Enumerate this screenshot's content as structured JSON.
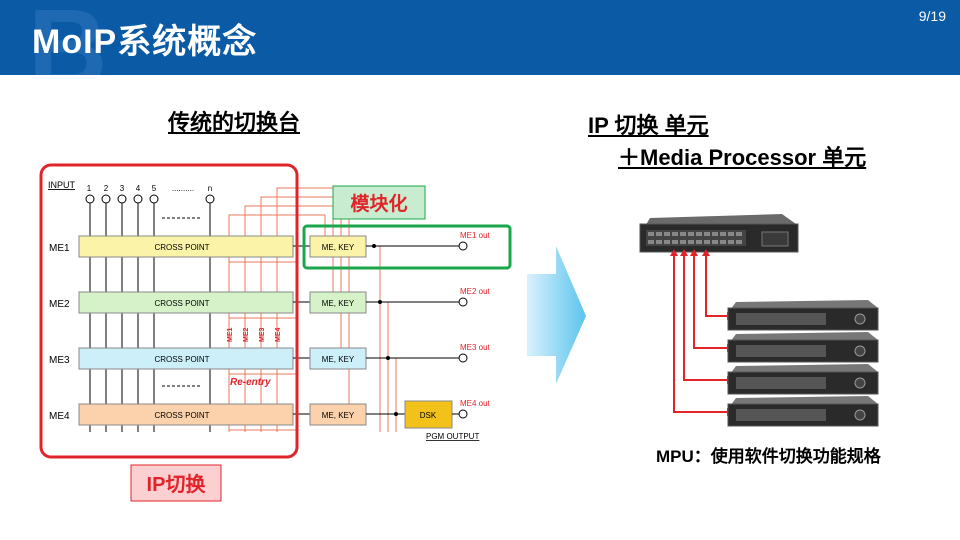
{
  "header": {
    "title": "MoIP系统概念",
    "page": "9/19"
  },
  "left": {
    "title": "传统的切换台",
    "input_label": "INPUT",
    "inputs": [
      "1",
      "2",
      "3",
      "4",
      "5",
      "..........",
      "n"
    ],
    "me_rows": [
      {
        "label": "ME1",
        "cross": "CROSS POINT",
        "key": "ME, KEY",
        "out": "ME1 out",
        "fill": "#fbf3a8",
        "keyfill": "#fbf3a8"
      },
      {
        "label": "ME2",
        "cross": "CROSS POINT",
        "key": "ME, KEY",
        "out": "ME2 out",
        "fill": "#d6f2c9",
        "keyfill": "#d6f2c9"
      },
      {
        "label": "ME3",
        "cross": "CROSS POINT",
        "key": "ME, KEY",
        "out": "ME3 out",
        "fill": "#cdeffa",
        "keyfill": "#cdeffa"
      },
      {
        "label": "ME4",
        "cross": "CROSS POINT",
        "key": "ME, KEY",
        "out": "ME4 out",
        "fill": "#fcd2ac",
        "keyfill": "#fcd2ac"
      }
    ],
    "reentry_labels": [
      "ME1",
      "ME2",
      "ME3",
      "ME4"
    ],
    "reentry": "Re-entry",
    "dsk": "DSK",
    "pgm_output": "PGM OUTPUT",
    "modular_label": "模块化",
    "ip_switch_label": "IP切换"
  },
  "right": {
    "title_line1": "IP 切换 单元",
    "title_line2": "＋Media Processor 单元",
    "caption": "MPU：使用软件切换功能规格"
  },
  "colors": {
    "header": "#0a5aa6",
    "red": "#e0242a",
    "green": "#1aa64a",
    "reentry": "#e87a5a"
  }
}
